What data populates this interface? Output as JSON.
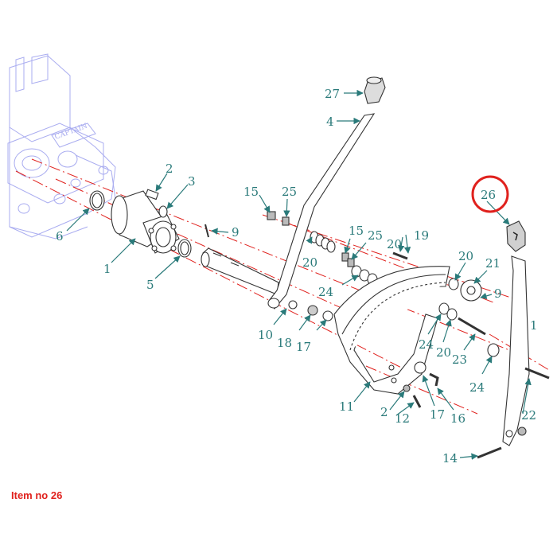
{
  "caption": "Item no 26",
  "colors": {
    "callout_text": "#2a7a7a",
    "leader": "#2a7a7a",
    "centerline": "#e0211d",
    "highlight_circle": "#e0211d",
    "ghost_valve": "#a9acf0",
    "part_stroke": "#333333",
    "caption": "#e0211d"
  },
  "highlighted_item": "26",
  "callouts": {
    "c1": "1",
    "c2a": "2",
    "c2b": "2",
    "c3": "3",
    "c4": "4",
    "c5": "5",
    "c6": "6",
    "c9a": "9",
    "c9b": "9",
    "c10": "10",
    "c11": "11",
    "c12": "12",
    "c14": "14",
    "c15a": "15",
    "c15b": "15",
    "c16": "16",
    "c17a": "17",
    "c17b": "17",
    "c18": "18",
    "c19": "19",
    "c20a": "20",
    "c20b": "20",
    "c20c": "20",
    "c20d": "20",
    "c21": "21",
    "c22": "22",
    "c23": "23",
    "c24a": "24",
    "c24b": "24",
    "c24c": "24",
    "c25a": "25",
    "c25b": "25",
    "c26": "26",
    "c27": "27",
    "c1b": "1"
  }
}
